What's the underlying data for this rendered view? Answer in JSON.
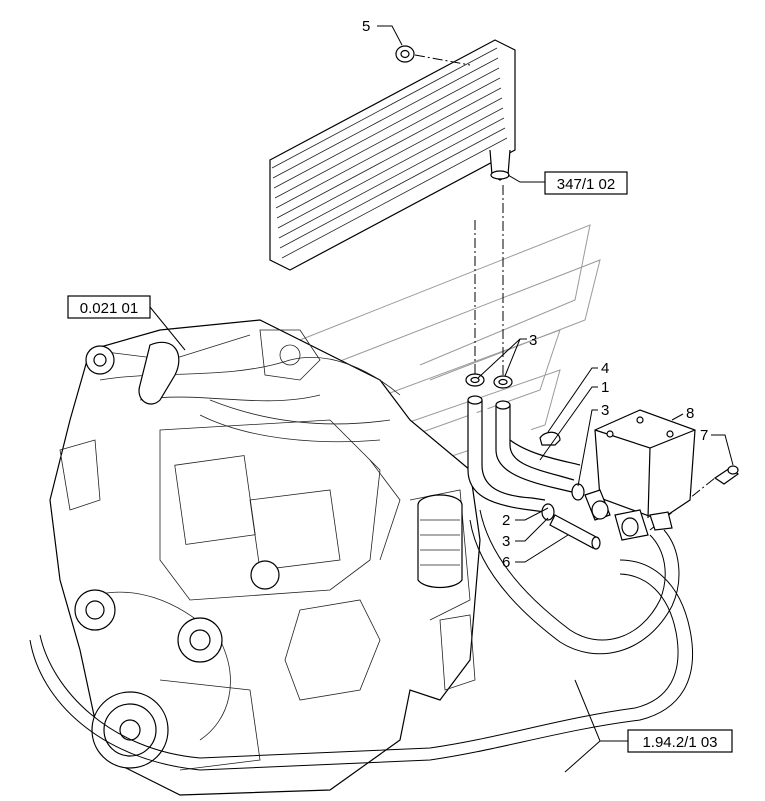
{
  "references": {
    "ref_top": "347/1 02",
    "ref_left": "0.021 01",
    "ref_bottom": "1.94.2/1 03"
  },
  "callouts": {
    "c5": "5",
    "c3a": "3",
    "c4": "4",
    "c1": "1",
    "c3b": "3",
    "c8": "8",
    "c7": "7",
    "c2": "2",
    "c3c": "3",
    "c6": "6"
  }
}
